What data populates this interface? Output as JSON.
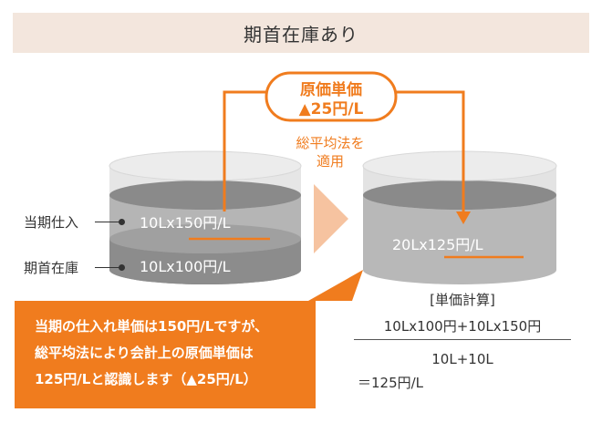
{
  "title": "期首在庫あり",
  "cost_bubble": {
    "line1": "原価単価",
    "line2": "▲25円/L"
  },
  "method": {
    "line1": "総平均法を",
    "line2": "適用"
  },
  "left_cylinder": {
    "purchase_value": "10Lx150円/L",
    "opening_value": "10Lx100円/L"
  },
  "side_labels": {
    "purchase": "当期仕入",
    "opening": "期首在庫"
  },
  "right_cylinder": {
    "value": "20Lx125円/L"
  },
  "calculation": {
    "heading": "[単価計算]",
    "numerator": "10Lx100円+10Lx150円",
    "denominator": "10L+10L",
    "result": "＝125円/L"
  },
  "note": {
    "lines": [
      "当期の仕入れ単価は150円/Lですが、",
      "総平均法により会計上の原価単価は",
      "125円/Lと認識します（▲25円/L）"
    ]
  },
  "colors": {
    "accent": "#f07c1e",
    "banner": "#f3e6dd",
    "arrow_fill": "#f6c3a0"
  }
}
